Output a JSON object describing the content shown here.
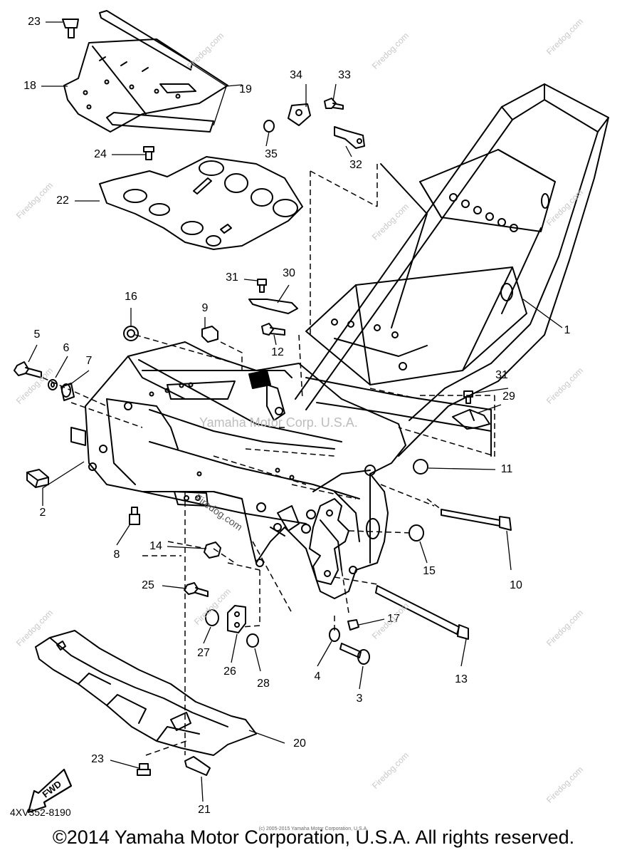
{
  "diagram": {
    "part_labels": [
      "1",
      "2",
      "3",
      "4",
      "5",
      "6",
      "7",
      "8",
      "9",
      "10",
      "11",
      "12",
      "13",
      "14",
      "15",
      "16",
      "17",
      "18",
      "19",
      "20",
      "21",
      "22",
      "23",
      "24",
      "25",
      "26",
      "27",
      "28",
      "29",
      "30",
      "31",
      "32",
      "33",
      "34",
      "35"
    ],
    "fwd_label": "FWD",
    "diagram_code": "4XV352-8190",
    "watermark_text": "Firedog.com",
    "center_watermark": "Yamaha Motor Corp. U.S.A.",
    "copyright": "©2014 Yamaha Motor Corporation, U.S.A. All rights reserved.",
    "small_copyright": "(c) 2005-2015 Yamaha Motor Corporation, U.S.A."
  }
}
